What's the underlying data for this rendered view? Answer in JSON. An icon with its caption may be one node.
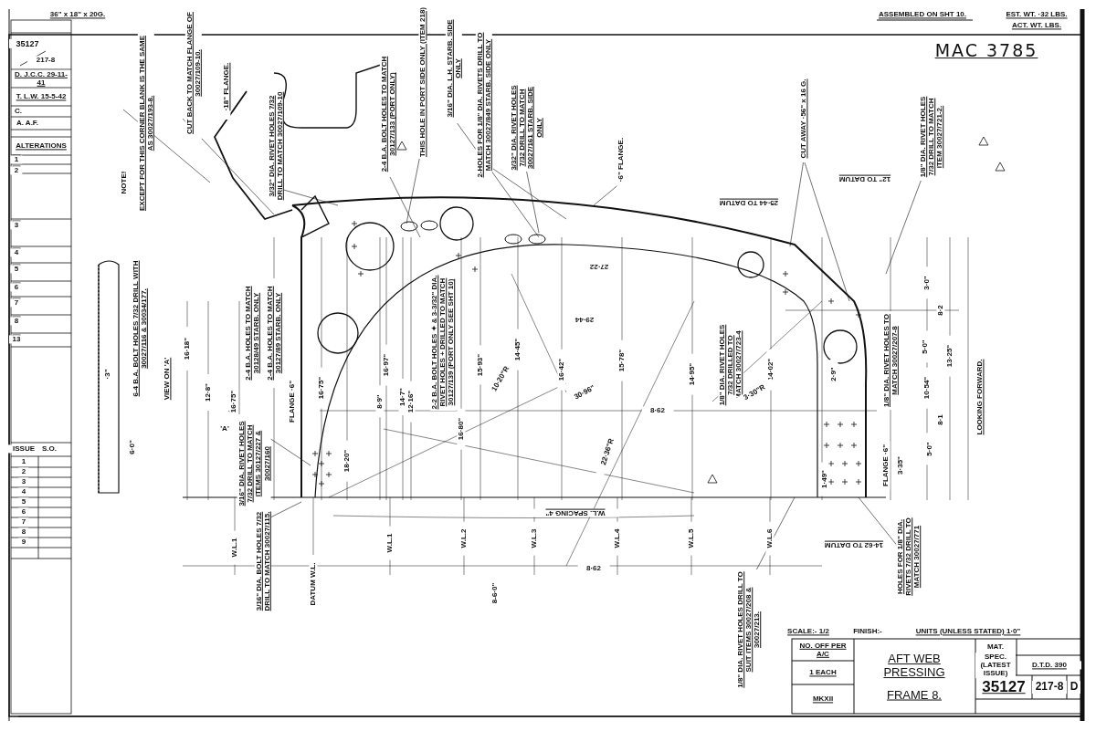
{
  "diagram": {
    "labels": [
      "36\" x 18\" x 20G.",
      "35127",
      "217-8",
      "D. J.C.C. 29-11-41",
      "T. L.W. 15-5-42",
      "C.",
      "A. A.F.",
      "ALTERATIONS",
      "1",
      "2",
      "3",
      "4",
      "5",
      "6",
      "7",
      "8",
      "13",
      "ISSUE",
      "S.O.",
      "1",
      "2",
      "3",
      "4",
      "5",
      "6",
      "7",
      "8",
      "9",
      "ASSEMBLED ON SHT 10.",
      "EST. WT. ·32 LBS.",
      "ACT. WT.   LBS.",
      "MAC 3785",
      "NOTE!",
      "EXCEPT FOR THIS CORNER BLANK IS THE SAME AS 30027/193-8.",
      "CUT BACK TO MATCH FLANGE OF 30027/109-10.",
      "·18\" FLANGE.",
      "3/32\" DIA. RIVET HOLES 7/32 DRILL TO MATCH 30027/109-10",
      "2-4 B.A. BOLT HOLES TO MATCH 30127/133 (PORT ONLY)",
      "THIS HOLE IN PORT SIDE ONLY (ITEM 218)",
      "3/16\" DIA. L.H. STARB. SIDE ONLY",
      "2-HOLES FOR 1/8\" DIA. RIVETS DRILL TO MATCH 30027/849 STARB. SIDE ONLY",
      "3/32\" DIA. RIVET HOLES 7/32 DRILL TO MATCH 30027/161 STARB. SIDE ONLY",
      "·6\" FLANGE.",
      "CUT AWAY ·56\" x 16 G.",
      "1/8\" DIA. RIVET HOLES 7/32 DRILL TO MATCH ITEM 30027/721-2.",
      "25·44 TO DATUM",
      "12\" TO DATUM",
      "VIEW ON 'A'",
      "6-4 B.A. BOLT HOLES 7/32 DRILL WITH 30027/116 & 30034/177.",
      "16·18\"",
      "12·8\"",
      "6·0\"",
      "·3\"",
      "16·75\"",
      "2-4 B.A. HOLES TO MATCH 30128/49 STARB. ONLY",
      "2-4 B.A. HOLES TO MATCH 30127/89 STARB. ONLY",
      "FLANGE ·6\"",
      "'A'",
      "3/16\" DIA. RIVET HOLES 7/32 DRILL TO MATCH ITEMS 30127/227 & 30027/160",
      "16·75\"",
      "18·20\"",
      "8·9\"",
      "16·97\"",
      "14·7\"",
      "12·16\"",
      "2-2 B.A. BOLT HOLES ✦ & 3-3/32\" DIA. RIVET HOLES + DRILLED TO MATCH 30127/139 (PORT ONLY SEE SHT 10)",
      "15·93\"",
      "10·20\"R",
      "14·45\"",
      "16·42\"",
      "15·78\"",
      "30·96\"",
      "22·36\"R",
      "8·62",
      "29·44",
      "27·22",
      "16·80\"",
      "14·95\"",
      "14·02\"",
      "1/8\" DIA. RIVET HOLES 7/32 DRILLED TO MATCH 30027/723-4",
      "3·30\"R",
      "2·9\"",
      "1/8\" DIA. RIVET HOLES TO MATCH 30027/207-8",
      "10·54\"",
      "5·0\"",
      "3·0\"",
      "8·2",
      "13·25\"",
      "8·1",
      "5·0\"",
      "FLANGE ·6\"",
      "3·35\"",
      "1·49\"",
      "LOOKING FORWARD.",
      "W.L.1",
      "DATUM W.L.",
      "W.L.1",
      "W.L.2",
      "W.L.3",
      "W.L.4",
      "W.L.5",
      "W.L.6",
      "W.L. SPACING 4\"",
      "3/16\" DIA. BOLT HOLES 7/32 DRILL TO MATCH 30027/115.",
      "8-6·0\"",
      "8·62",
      "HOLES FOR 1/8\" DIA. RIVETS 7/32 DRILL TO MATCH 30027/771",
      "1/8\" DIA. RIVET HOLES DRILL TO SUIT ITEMS 30027/208 & 30027/213.",
      "14·62 TO DATUM",
      "SCALE:- 1/2",
      "FINISH:-",
      "UNITS (UNLESS STATED) 1·0\"",
      "NO. OFF PER A/C",
      "1 EACH",
      "MKXII",
      "AFT WEB PRESSING",
      "FRAME 8.",
      "MAT.",
      "SPEC. (LATEST ISSUE)",
      "D.T.D. 390",
      "35127",
      "217-8",
      "D"
    ]
  }
}
